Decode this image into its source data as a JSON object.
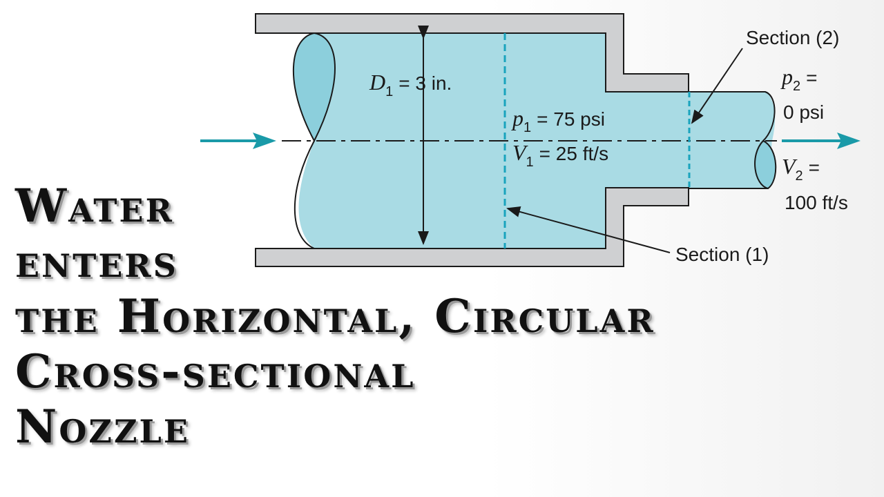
{
  "diagram": {
    "d1_var": "D",
    "d1_sub": "1",
    "d1_value": "= 3 in.",
    "p1_var": "p",
    "p1_sub": "1",
    "p1_value": "= 75 psi",
    "v1_var": "V",
    "v1_sub": "1",
    "v1_value": "= 25 ft/s",
    "p2_var": "p",
    "p2_sub": "2",
    "p2_eq": "=",
    "p2_value": "0 psi",
    "v2_var": "V",
    "v2_sub": "2",
    "v2_eq": "=",
    "v2_value": "100 ft/s",
    "section1_label": "Section (1)",
    "section2_label": "Section (2)",
    "colors": {
      "water": "#a9dbe4",
      "water_dark": "#8ccfdc",
      "wall": "#cfd0d2",
      "arrow": "#1a9aa8",
      "section_line": "#19a3bd"
    }
  },
  "title": {
    "lines": [
      "Water",
      "enters",
      "the Horizontal, Circular",
      "Cross-sectional",
      "Nozzle"
    ]
  }
}
